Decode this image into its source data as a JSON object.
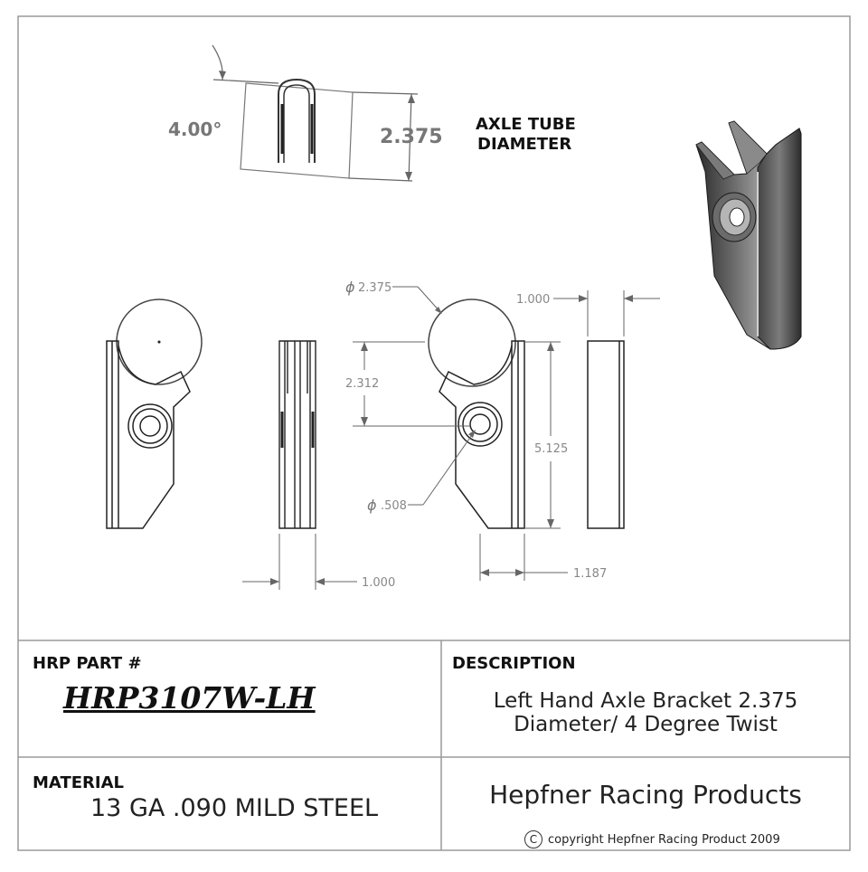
{
  "top_view": {
    "angle_label": "4.00°",
    "height_label": "2.375",
    "caption_line1": "AXLE TUBE",
    "caption_line2": "DIAMETER"
  },
  "dimensions": {
    "tube_diameter": "2.375",
    "tube_diameter_symbol": "ϕ",
    "side_width": "1.000",
    "tube_center_offset": "2.312",
    "overall_height": "5.125",
    "hole_diameter": ".508",
    "hole_diameter_symbol": "ϕ",
    "front_width": "1.000",
    "base_width": "1.187"
  },
  "title_block": {
    "part_label": "HRP PART #",
    "part_number": "HRP3107W-LH",
    "description_label": "DESCRIPTION",
    "description_line1": "Left Hand Axle Bracket 2.375",
    "description_line2": "Diameter/ 4 Degree Twist",
    "material_label": "MATERIAL",
    "material_value": "13 GA .090 MILD STEEL",
    "company": "Hepfner Racing Products",
    "copyright_symbol": "C",
    "copyright_text": "copyright Hepfner Racing Product 2009"
  }
}
